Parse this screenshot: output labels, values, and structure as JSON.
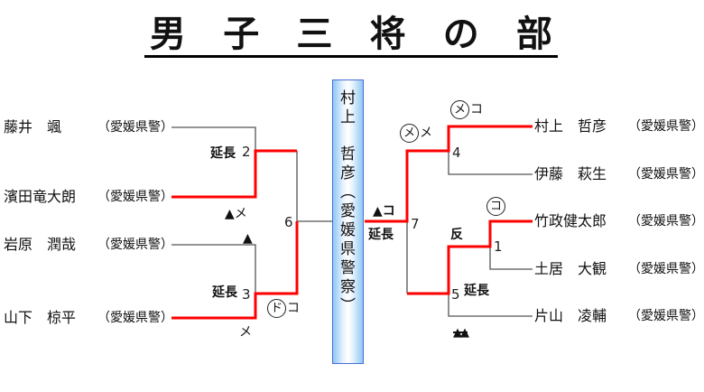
{
  "title": {
    "chars": [
      "男",
      "子",
      "三",
      "将",
      "の",
      "部"
    ],
    "text": "男子三将の部"
  },
  "colors": {
    "winner_line": "#ff0000",
    "normal_line": "#555555",
    "winner_box_border": "#4a6fd6",
    "winner_box_fill": "#8fc7f3"
  },
  "players": {
    "left": [
      {
        "name": "藤井　颯",
        "affiliation": "（愛媛県警）",
        "won_first_round": false
      },
      {
        "name": "濱田竜大朗",
        "affiliation": "（愛媛県警）",
        "won_first_round": true
      },
      {
        "name": "岩原　潤哉",
        "affiliation": "（愛媛県警）",
        "won_first_round": false
      },
      {
        "name": "山下　椋平",
        "affiliation": "（愛媛県警）",
        "won_first_round": true
      }
    ],
    "right": [
      {
        "name": "村上　哲彦",
        "affiliation": "（愛媛県警）",
        "won_first_round": true
      },
      {
        "name": "伊藤　萩生",
        "affiliation": "（愛媛県警）",
        "won_first_round": false
      },
      {
        "name": "竹政健太郎",
        "affiliation": "（愛媛県警）",
        "won_first_round": true
      },
      {
        "name": "土居　大観",
        "affiliation": "（愛媛県警）",
        "won_first_round": false
      },
      {
        "name": "片山　凌輔",
        "affiliation": "（愛媛県警）",
        "won_first_round": false
      }
    ]
  },
  "matches": {
    "m1": {
      "number": "1",
      "top_score": "コ",
      "note_top": "反"
    },
    "m2": {
      "number": "2",
      "extension": "延長",
      "loser_marks": "▲メ"
    },
    "m3": {
      "number": "3",
      "extension": "延長",
      "top_mark": "▲",
      "bottom_mark": "メ"
    },
    "m4": {
      "number": "4",
      "top_circled": "メ",
      "top_score": "コ"
    },
    "m5": {
      "number": "5",
      "extension": "延長",
      "bottom_marks": "▲▲"
    },
    "m6": {
      "number": "6",
      "circled": "ド",
      "score": "コ"
    },
    "m7": {
      "number": "7",
      "circled": "メ",
      "score": "メ",
      "final_score": "▲コ",
      "extension": "延長"
    }
  },
  "winner": {
    "name_chars": [
      "村",
      "上",
      "",
      "哲",
      "彦",
      "︵",
      "愛",
      "媛",
      "県",
      "警",
      "察",
      "︶"
    ],
    "text": "村上　哲彦（愛媛県警察）"
  }
}
